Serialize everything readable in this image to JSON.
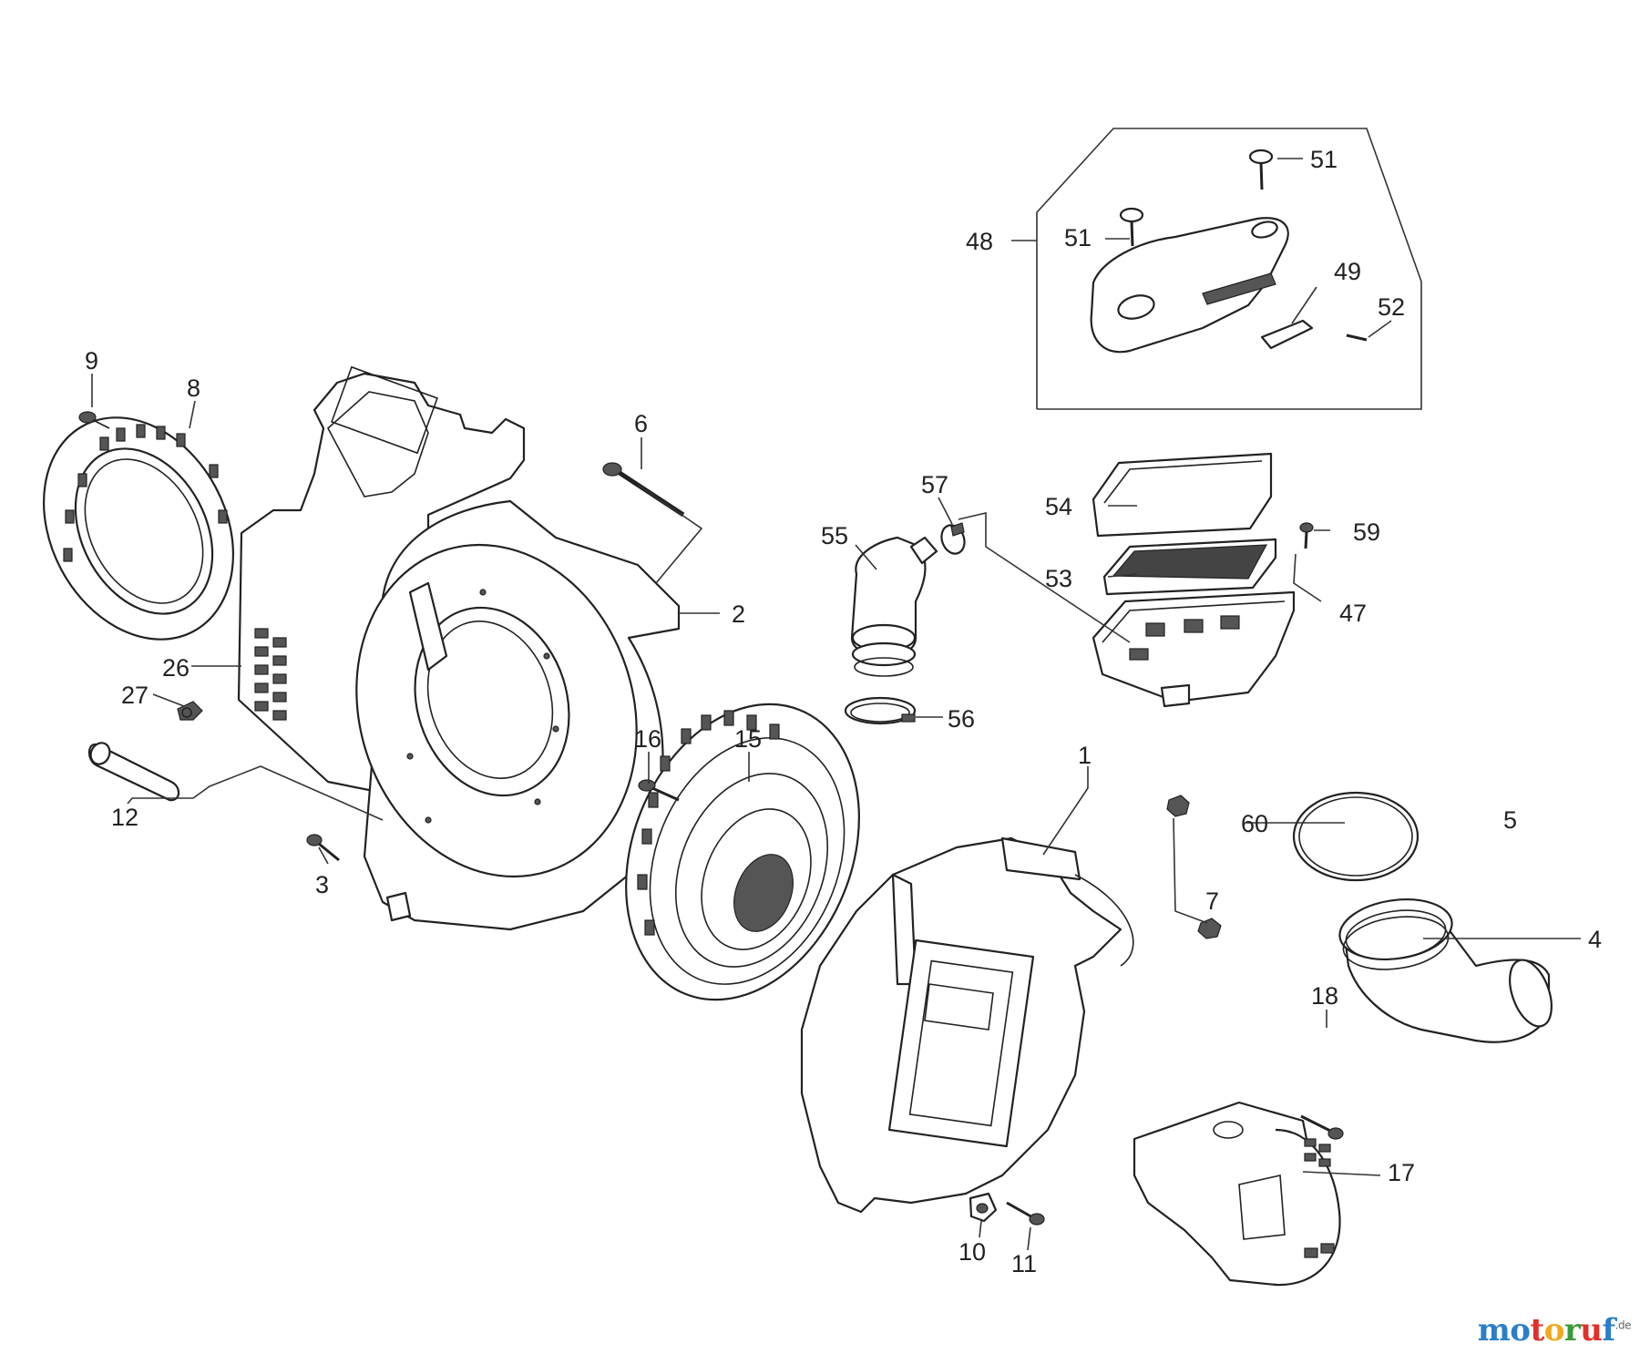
{
  "callouts": {
    "p1": "1",
    "p2": "2",
    "p3": "3",
    "p4": "4",
    "p5": "5",
    "p6": "6",
    "p7": "7",
    "p8": "8",
    "p9": "9",
    "p10": "10",
    "p11": "11",
    "p12": "12",
    "p15": "15",
    "p16": "16",
    "p17": "17",
    "p18": "18",
    "p26": "26",
    "p27": "27",
    "p47": "47",
    "p48": "48",
    "p49": "49",
    "p51a": "51",
    "p51b": "51",
    "p52": "52",
    "p53": "53",
    "p54": "54",
    "p55": "55",
    "p56": "56",
    "p57": "57",
    "p59": "59",
    "p60": "60"
  },
  "watermark": {
    "letters": [
      "m",
      "o",
      "t",
      "o",
      "r",
      "u",
      "f"
    ],
    "letter_colors": [
      "#2a7fc8",
      "#2a7fc8",
      "#e0302a",
      "#f2a81d",
      "#3a9a3a",
      "#e0302a",
      "#2a7fc8"
    ],
    "suffix": ".de"
  }
}
